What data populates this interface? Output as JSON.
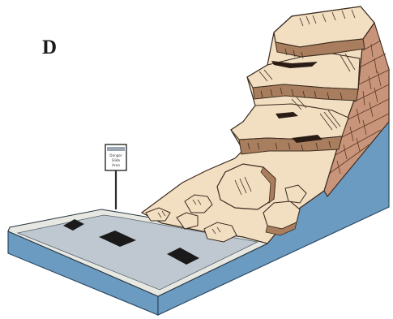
{
  "figure": {
    "panel_label": "D",
    "road_sign": {
      "lines": [
        "Danger",
        "Slide",
        "Area"
      ]
    }
  },
  "colors": {
    "rock_fill": "#f2dfc2",
    "rock_stroke": "#3b2a1e",
    "rock_side": "#a87e5e",
    "bedrock_face": "#c9957a",
    "slope_blue": "#6c9bc1",
    "road_surface": "#bfc8d0",
    "road_edge": "#e8e8e2",
    "lane_marking": "#1a1a1a"
  }
}
